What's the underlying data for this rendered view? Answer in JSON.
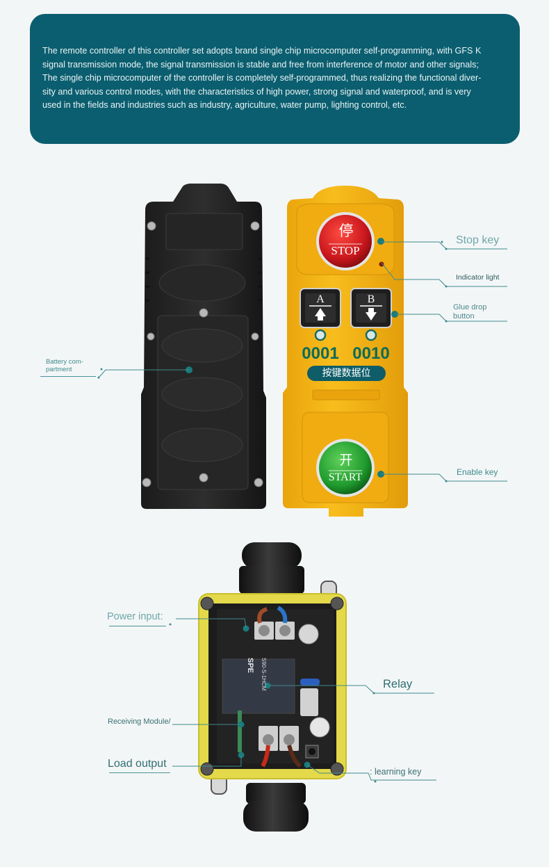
{
  "intro": {
    "line1": "The remote controller of this controller set adopts brand single chip microcomputer self-programming, with GFS K",
    "line2": "signal transmission mode, the signal transmission is stable and free from interference of motor and other signals;",
    "line3": "The single chip microcomputer of the controller is completely self-programmed, thus realizing the functional diver-",
    "line4": "sity and various control modes, with the characteristics of high power, strong signal and waterproof, and is very",
    "line5": "used in the fields and industries such as industry, agriculture, water pump, lighting control, etc."
  },
  "remote": {
    "stop_char": "停",
    "stop_label": "STOP",
    "button_a": "A",
    "button_b": "B",
    "code_a": "0001",
    "code_b": "0010",
    "data_bit_label": "按键数据位",
    "start_char": "开",
    "start_label": "START"
  },
  "callouts": {
    "battery_line1": "Battery com-",
    "battery_line2": "partment",
    "stop_key": "Stop key",
    "indicator_light": "Indicator light",
    "glue_line1": "Glue drop",
    "glue_line2": "button",
    "enable_key": "Enable key",
    "power_input": "Power input:",
    "relay": "Relay",
    "receiving_module": "Receiving Module/",
    "load_output": "Load output",
    "learning_key": ": learning key"
  },
  "receiver": {
    "relay_brand": "SPE",
    "relay_model": "S90-S-1HCM"
  },
  "colors": {
    "banner": "#0b5e6f",
    "accent": "#1a7a7c",
    "callout_text": "#3f8a8c",
    "remote_yellow": "#f5b416",
    "stop_red": "#c8161d",
    "start_green": "#1f9a2d"
  }
}
